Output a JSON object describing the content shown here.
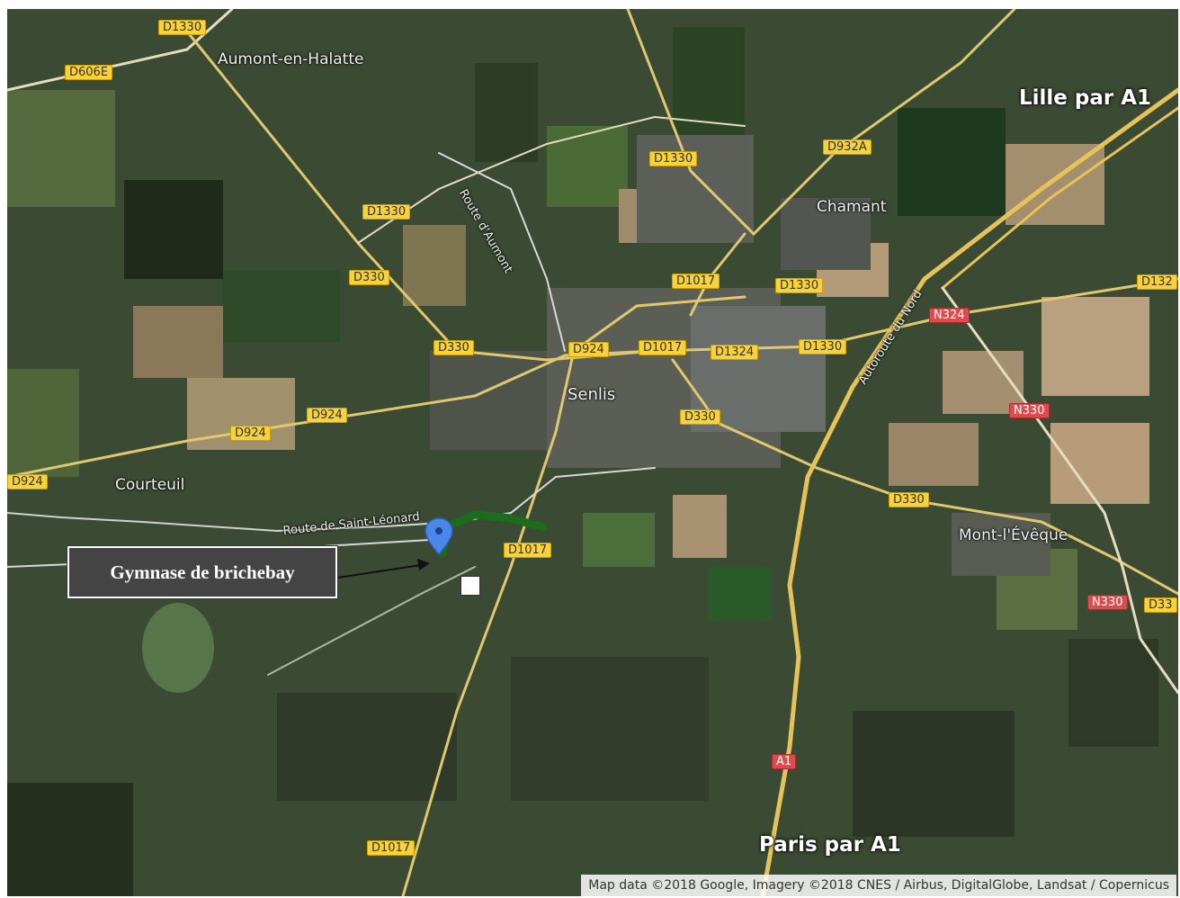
{
  "route_shields": [
    {
      "id": "d1330-a",
      "label": "D1330",
      "kind": "yellow"
    },
    {
      "id": "d606e",
      "label": "D606E",
      "kind": "yellow"
    },
    {
      "id": "d1330-b",
      "label": "D1330",
      "kind": "yellow"
    },
    {
      "id": "d932a",
      "label": "D932A",
      "kind": "yellow"
    },
    {
      "id": "d1330-c",
      "label": "D1330",
      "kind": "yellow"
    },
    {
      "id": "d330-a",
      "label": "D330",
      "kind": "yellow"
    },
    {
      "id": "d1017-a",
      "label": "D1017",
      "kind": "yellow"
    },
    {
      "id": "d1330-d",
      "label": "D1330",
      "kind": "yellow"
    },
    {
      "id": "d132",
      "label": "D132",
      "kind": "yellow"
    },
    {
      "id": "n324",
      "label": "N324",
      "kind": "red"
    },
    {
      "id": "d330-b",
      "label": "D330",
      "kind": "yellow"
    },
    {
      "id": "d924-a",
      "label": "D924",
      "kind": "yellow"
    },
    {
      "id": "d1017-b",
      "label": "D1017",
      "kind": "yellow"
    },
    {
      "id": "d1324",
      "label": "D1324",
      "kind": "yellow"
    },
    {
      "id": "d1330-e",
      "label": "D1330",
      "kind": "yellow"
    },
    {
      "id": "n330-a",
      "label": "N330",
      "kind": "red"
    },
    {
      "id": "d330-c",
      "label": "D330",
      "kind": "yellow"
    },
    {
      "id": "d924-b",
      "label": "D924",
      "kind": "yellow"
    },
    {
      "id": "d924-c",
      "label": "D924",
      "kind": "yellow"
    },
    {
      "id": "d924-d",
      "label": "D924",
      "kind": "yellow"
    },
    {
      "id": "d330-d",
      "label": "D330",
      "kind": "yellow"
    },
    {
      "id": "d1017-c",
      "label": "D1017",
      "kind": "yellow"
    },
    {
      "id": "n330-b",
      "label": "N330",
      "kind": "red"
    },
    {
      "id": "d33",
      "label": "D33",
      "kind": "yellow"
    },
    {
      "id": "a1",
      "label": "A1",
      "kind": "red"
    },
    {
      "id": "d1017-d",
      "label": "D1017",
      "kind": "yellow"
    }
  ],
  "places": {
    "aumont": "Aumont-en-Halatte",
    "chamant": "Chamant",
    "senlis": "Senlis",
    "courteuil": "Courteuil",
    "mont_leveque": "Mont-l'Évêque"
  },
  "road_names": {
    "route_daumont": "Route d'Aumont",
    "autoroute_du_nord": "Autoroute du Nord",
    "route_saint_leonard": "Route de Saint-Léonard"
  },
  "annotations": {
    "lille": "Lille par A1",
    "paris": "Paris par A1",
    "callout": "Gymnase de brichebay"
  },
  "attribution": "Map data ©2018 Google, Imagery ©2018 CNES / Airbus, DigitalGlobe, Landsat / Copernicus",
  "colors": {
    "marker": "#4a87e8",
    "route_highlight": "#1d6b1d",
    "shield_yellow": "#f7d23c",
    "shield_red": "#dc4b4e"
  }
}
